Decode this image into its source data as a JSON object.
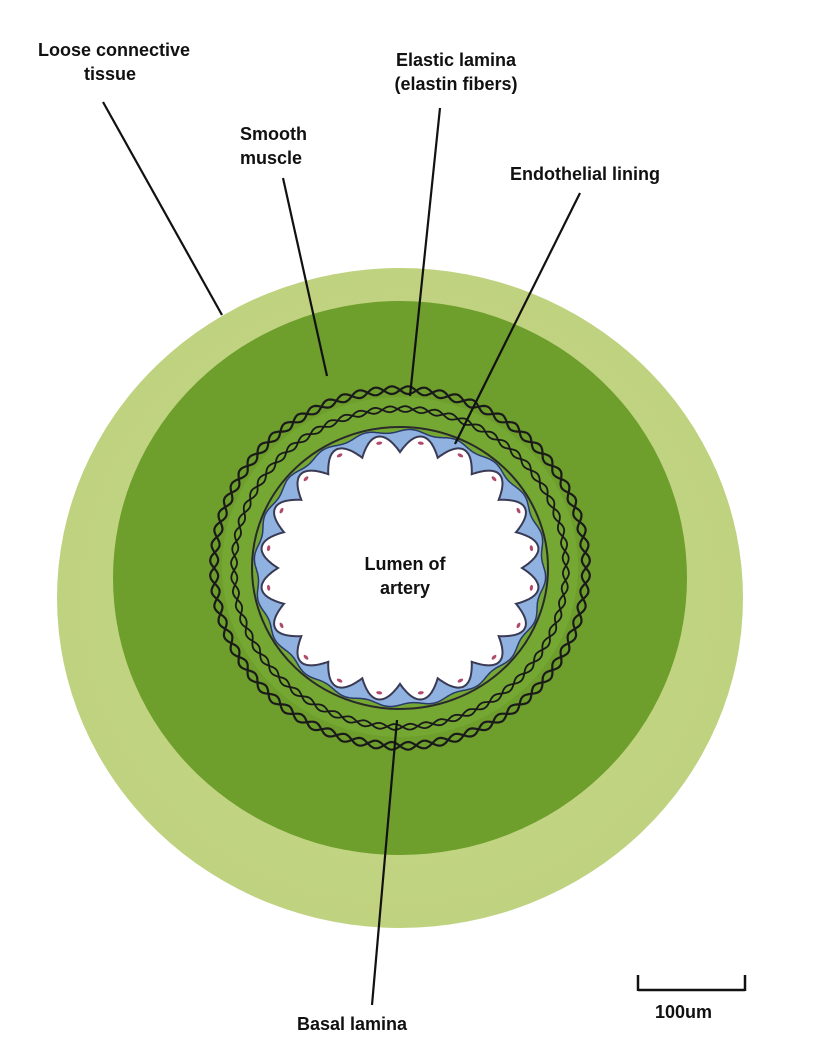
{
  "labels": {
    "loose_connective_tissue": {
      "line1": "Loose connective",
      "line2": "tissue"
    },
    "smooth_muscle": {
      "line1": "Smooth",
      "line2": "muscle"
    },
    "elastic_lamina": {
      "line1": "Elastic lamina",
      "line2": "(elastin fibers)"
    },
    "endothelial_lining": "Endothelial lining",
    "lumen": {
      "line1": "Lumen of",
      "line2": "artery"
    },
    "basal_lamina": "Basal lamina",
    "scale_bar": "100um"
  },
  "colors": {
    "outer_ring": "#c8d98a",
    "smooth_muscle": "#6e9e2c",
    "endothelium": "#8fb2e0",
    "nuclei": "#b04a6a",
    "elastin": "#1a1a1a",
    "lumen": "#ffffff",
    "leader_lines": "#111111"
  }
}
